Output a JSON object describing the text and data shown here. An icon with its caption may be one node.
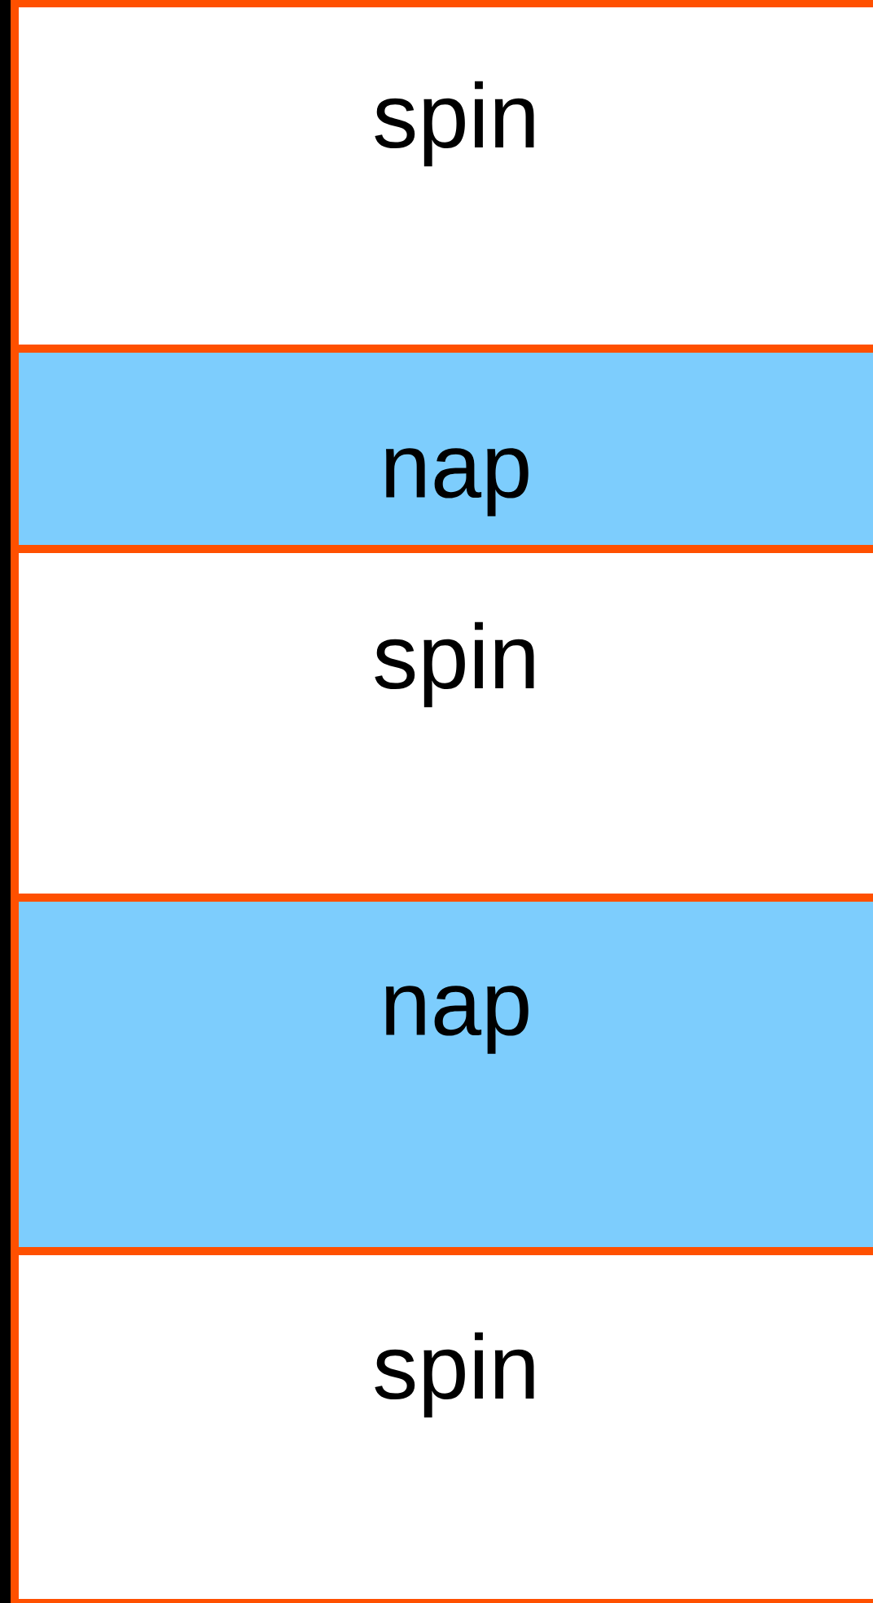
{
  "diagram": {
    "nodes": [
      {
        "text": [
          "spin"
        ]
      },
      {
        "text": [
          "nap"
        ]
      },
      {
        "text": [
          "spin"
        ]
      },
      {
        "text": [
          "nap"
        ]
      },
      {
        "text": [
          "spin"
        ]
      }
    ]
  }
}
